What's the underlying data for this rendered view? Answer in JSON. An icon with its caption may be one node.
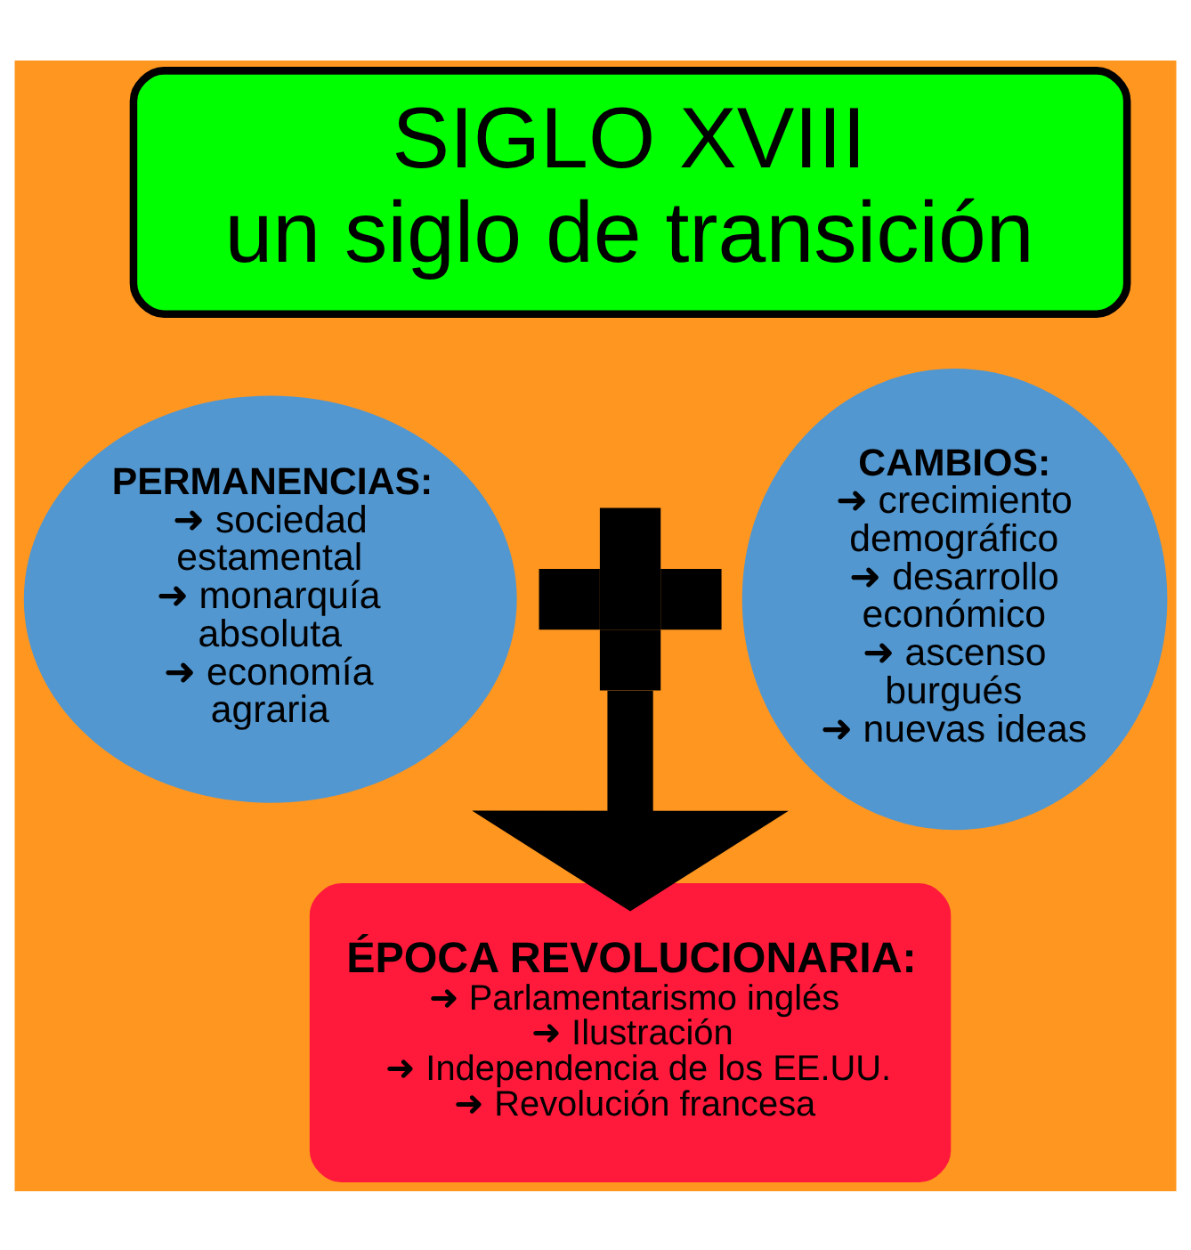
{
  "diagram": {
    "nodes": [
      {
        "text": [
          "SIGLO XVIII",
          "un siglo de transición"
        ]
      },
      {
        "text": [
          "PERMANENCIAS:",
          "➜ sociedad estamental",
          "➜ monarquía absoluta",
          "➜ economía agraria"
        ]
      },
      {
        "text": [],
        "shape": "plus"
      },
      {
        "text": [
          "CAMBIOS:",
          "➜ crecimiento demográfico",
          "➜ desarrollo económico",
          "➜ ascenso burgués",
          "➜ nuevas ideas"
        ]
      },
      {
        "text": [
          "ÉPOCA REVOLUCIONARIA:",
          "➜ Parlamentarismo inglés",
          "➜ Ilustración",
          "➜ Independencia de los EE.UU.",
          "➜ Revolución francesa"
        ]
      }
    ],
    "edges": [
      {
        "from": 2,
        "to": 4,
        "arrow": "to"
      }
    ]
  }
}
